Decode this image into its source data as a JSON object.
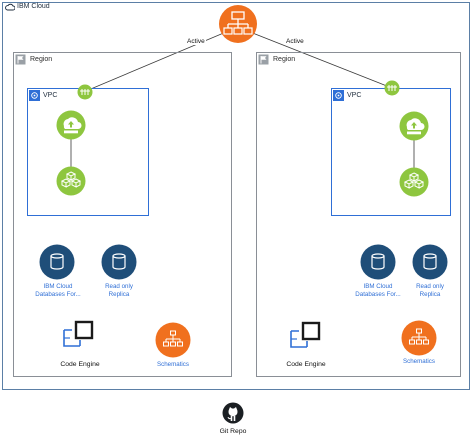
{
  "cloud": {
    "label": "IBM Cloud"
  },
  "connections": {
    "left_label": "Active",
    "right_label": "Active"
  },
  "regions": [
    {
      "label": "Region",
      "vpc_label": "VPC",
      "database_label_1": "IBM Cloud",
      "database_label_2": "Databases For...",
      "replica_label_1": "Read only",
      "replica_label_2": "Replica",
      "code_engine_label": "Code Engine",
      "schematics_label": "Schematics"
    },
    {
      "label": "Region",
      "vpc_label": "VPC",
      "database_label_1": "IBM Cloud",
      "database_label_2": "Databases For...",
      "replica_label_1": "Read only",
      "replica_label_2": "Replica",
      "code_engine_label": "Code Engine",
      "schematics_label": "Schematics"
    }
  ],
  "repo": {
    "label": "Git Repo"
  },
  "colors": {
    "cloud_border": "#5b7fa6",
    "region_border": "#8a8f96",
    "vpc_border": "#2f6fd6",
    "green": "#8ec63f",
    "database": "#1f4e79",
    "orange": "#f0701e",
    "code_engine": "#2f6fd6",
    "label_blue": "#2f6fd6"
  },
  "icons": [
    "cloud-icon",
    "load-balancer-icon",
    "flag-icon",
    "vpc-icon",
    "gateway-icon",
    "upload-icon",
    "cubes-icon",
    "database-icon",
    "code-engine-icon",
    "schematics-icon",
    "github-icon"
  ]
}
